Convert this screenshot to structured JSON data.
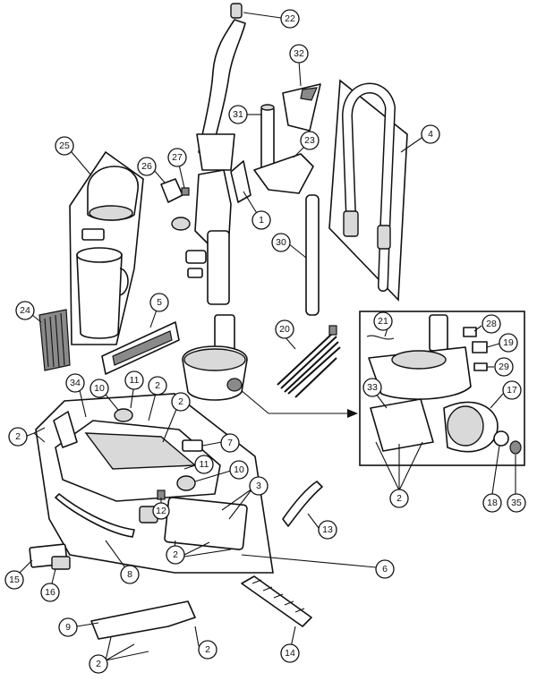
{
  "callouts": [
    {
      "label": "22"
    },
    {
      "label": "32"
    },
    {
      "label": "31"
    },
    {
      "label": "23"
    },
    {
      "label": "4"
    },
    {
      "label": "25"
    },
    {
      "label": "26"
    },
    {
      "label": "27"
    },
    {
      "label": "1"
    },
    {
      "label": "30"
    },
    {
      "label": "24"
    },
    {
      "label": "5"
    },
    {
      "label": "20"
    },
    {
      "label": "21"
    },
    {
      "label": "28"
    },
    {
      "label": "19"
    },
    {
      "label": "29"
    },
    {
      "label": "33"
    },
    {
      "label": "17"
    },
    {
      "label": "2"
    },
    {
      "label": "18"
    },
    {
      "label": "35"
    },
    {
      "label": "34"
    },
    {
      "label": "10"
    },
    {
      "label": "11"
    },
    {
      "label": "2"
    },
    {
      "label": "2"
    },
    {
      "label": "2"
    },
    {
      "label": "7"
    },
    {
      "label": "11"
    },
    {
      "label": "10"
    },
    {
      "label": "3"
    },
    {
      "label": "12"
    },
    {
      "label": "13"
    },
    {
      "label": "2"
    },
    {
      "label": "8"
    },
    {
      "label": "6"
    },
    {
      "label": "15"
    },
    {
      "label": "16"
    },
    {
      "label": "9"
    },
    {
      "label": "2"
    },
    {
      "label": "2"
    },
    {
      "label": "14"
    }
  ]
}
